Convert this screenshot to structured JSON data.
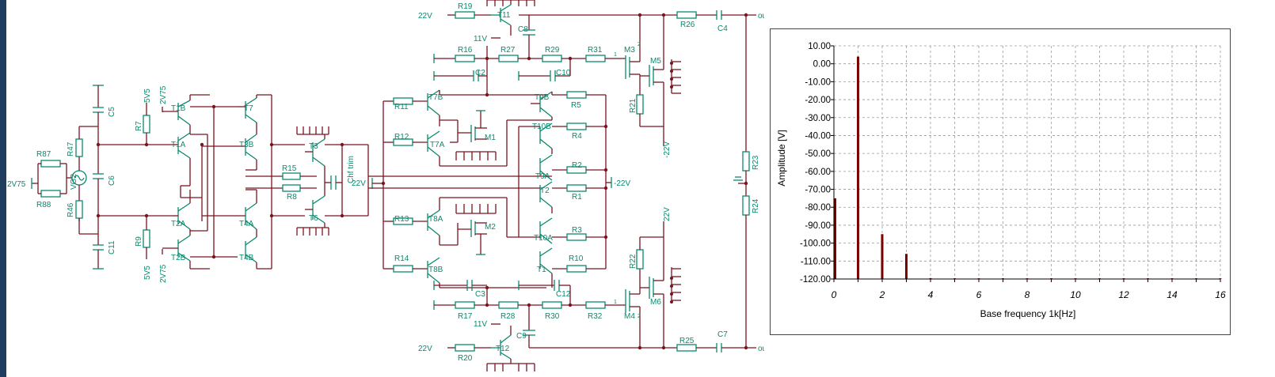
{
  "schematic": {
    "components": {
      "R19": "R19",
      "R16": "R16",
      "R27": "R27",
      "R29": "R29",
      "R31": "R31",
      "R26": "R26",
      "C4": "C4",
      "T11": "T11",
      "C8": "C8",
      "C2": "C2",
      "C10": "C10",
      "M3": "M3",
      "M5": "M5",
      "R21": "R21",
      "C5": "C5",
      "R7": "R7",
      "T1B": "T1B",
      "T7": "T7",
      "R87": "R87",
      "R47": "R47",
      "VG2": "VG2",
      "C6": "C6",
      "R88": "R88",
      "R46": "R46",
      "T1A": "T1A",
      "T3B": "T3B",
      "T3": "T3",
      "R15": "R15",
      "R8": "R8",
      "Chf": "Chf trim",
      "T2A": "T2A",
      "T4A": "T4A",
      "T6": "T6",
      "C11": "C11",
      "R9": "R9",
      "T2B": "T2B",
      "T4B": "T4B",
      "R11": "R11",
      "T7B": "T7B",
      "T9B": "T9B",
      "R5": "R5",
      "R12": "R12",
      "T7A": "T7A",
      "M1": "M1",
      "T10B": "T10B",
      "R4": "R4",
      "T9A": "T9A",
      "R2": "R2",
      "T2": "T2",
      "R1": "R1",
      "R13": "R13",
      "T8A": "T8A",
      "M2": "M2",
      "T10A": "T10A",
      "R3": "R3",
      "R14": "R14",
      "T8B": "T8B",
      "T1": "T1",
      "R10": "R10",
      "R22": "R22",
      "M6": "M6",
      "C3": "C3",
      "C12": "C12",
      "R17": "R17",
      "R28": "R28",
      "R30": "R30",
      "R32": "R32",
      "M4": "M4",
      "T12": "T12",
      "C9": "C9",
      "R20": "R20",
      "R25": "R25",
      "C7": "C7",
      "R23": "R23",
      "R24": "R24"
    },
    "nets": {
      "v22_top": "22V",
      "v11_top": "11V",
      "out_minus": "out-",
      "v22_mid": "22V",
      "m22_right": "-22V",
      "m22_vert": "-22V",
      "p22_vert": "22V",
      "v11_bot": "11V",
      "v22_bot": "22V",
      "out_plus": "out+",
      "v2v75_left": "2V75",
      "v5v5_top": "5V5",
      "v2v75_top": "2V75",
      "v5v5_bot": "5V5",
      "v2v75_bot": "2V75",
      "pin1_top": "1",
      "pin2_top": "2",
      "pin1_bot": "1",
      "pin2_bot": "2"
    }
  },
  "chart_data": {
    "type": "bar",
    "xlabel": "Base frequency 1k[Hz]",
    "ylabel": "Amplitude [V]",
    "xlim": [
      0,
      16
    ],
    "ylim": [
      -120,
      10
    ],
    "xticks": [
      "0",
      "2",
      "4",
      "6",
      "8",
      "10",
      "12",
      "14",
      "16"
    ],
    "yticks": [
      "10.00",
      "0.00",
      "-10.00",
      "-20.00",
      "-30.00",
      "-40.00",
      "-50.00",
      "-60.00",
      "-70.00",
      "-80.00",
      "-90.00",
      "-100.00",
      "-110.00",
      "-120.00"
    ],
    "yticks_values": [
      10,
      0,
      -10,
      -20,
      -30,
      -40,
      -50,
      -60,
      -70,
      -80,
      -90,
      -100,
      -110,
      -120
    ],
    "x": [
      0,
      1,
      2,
      3,
      4,
      5,
      6,
      7,
      8,
      9,
      10,
      11,
      12,
      13,
      14,
      15,
      16
    ],
    "values": [
      -75,
      4,
      -95,
      -106,
      -119.5,
      -119.6,
      -119.6,
      -119.6,
      -119.6,
      -119.6,
      -119.6,
      -119.6,
      -119.6,
      -119.6,
      -119.6,
      -119.6,
      -119.6
    ],
    "grid": true,
    "colors": {
      "bar": "#7a0000"
    }
  }
}
